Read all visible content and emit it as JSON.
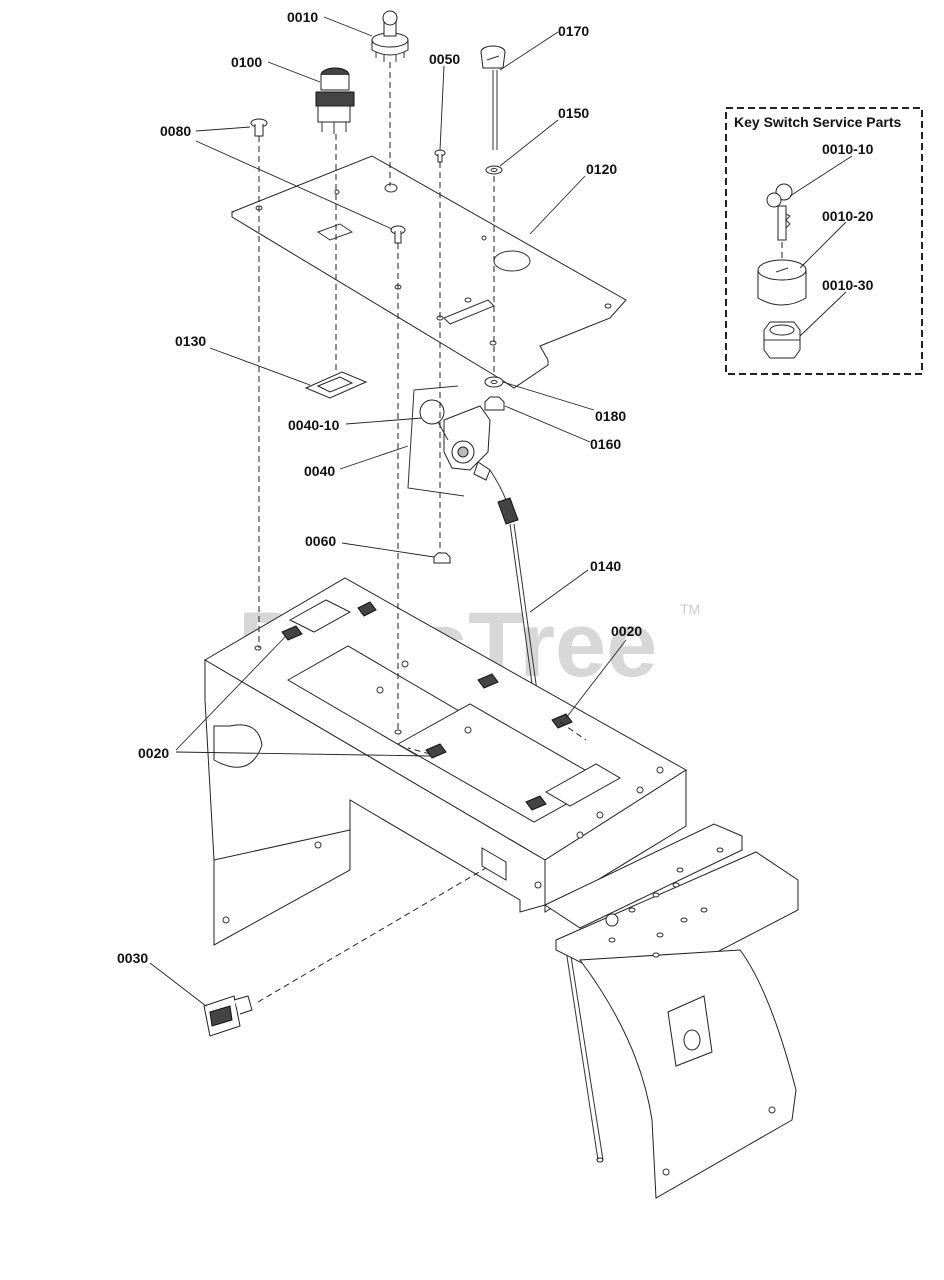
{
  "watermark": "PartsTree",
  "trademark": "TM",
  "service_box": {
    "title": "Key Switch Service Parts",
    "labels": [
      "0010-10",
      "0010-20",
      "0010-30"
    ]
  },
  "callouts": {
    "c0010": "0010",
    "c0100": "0100",
    "c0050": "0050",
    "c0170": "0170",
    "c0080": "0080",
    "c0150": "0150",
    "c0120": "0120",
    "c0130": "0130",
    "c0180": "0180",
    "c0040_10": "0040-10",
    "c0160": "0160",
    "c0040": "0040",
    "c0060": "0060",
    "c0140": "0140",
    "c0020_right": "0020",
    "c0020_left": "0020",
    "c0030": "0030"
  }
}
